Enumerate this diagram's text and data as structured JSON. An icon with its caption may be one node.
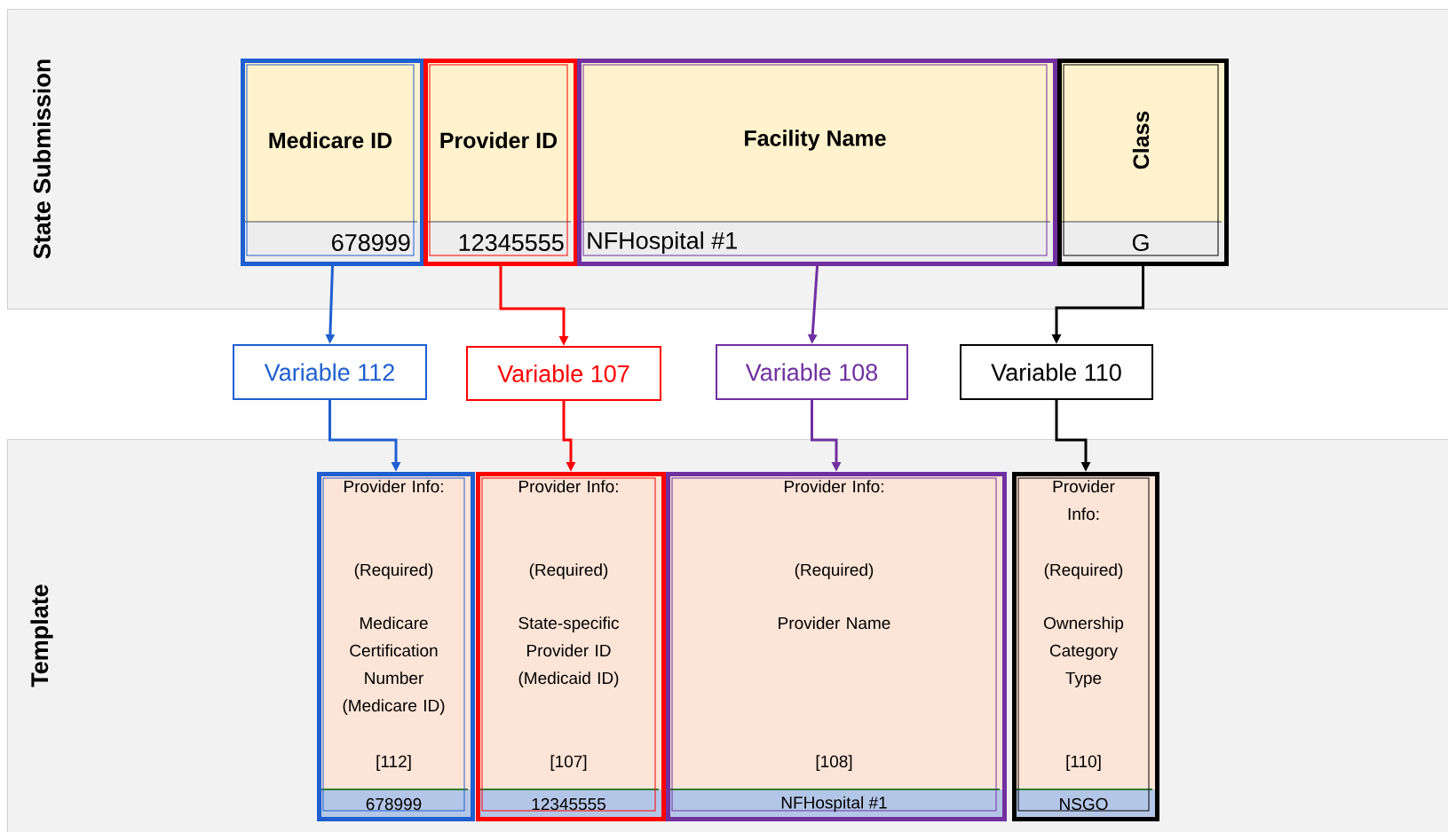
{
  "diagram": {
    "nodes": [
      {
        "text": [
          "State Submission"
        ]
      },
      {
        "text": [
          "Medicare ID",
          "678999"
        ],
        "in": 0
      },
      {
        "text": [
          "Provider ID",
          "12345555"
        ],
        "in": 0
      },
      {
        "text": [
          "Facility Name",
          "NFHospital #1"
        ],
        "in": 0
      },
      {
        "text": [
          "Class",
          "G"
        ],
        "in": 0
      },
      {
        "text": [
          "Variable 112"
        ]
      },
      {
        "text": [
          "Variable 107"
        ]
      },
      {
        "text": [
          "Variable 108"
        ]
      },
      {
        "text": [
          "Variable 110"
        ]
      },
      {
        "text": [
          "Template"
        ]
      },
      {
        "text": [
          "Provider Info:",
          "(Required)",
          "Medicare Certification Number (Medicare ID)",
          "[112]",
          "678999"
        ],
        "in": 9
      },
      {
        "text": [
          "Provider Info:",
          "(Required)",
          "State-specific Provider ID (Medicaid ID)",
          "[107]",
          "12345555"
        ],
        "in": 9
      },
      {
        "text": [
          "Provider Info:",
          "(Required)",
          "Provider Name",
          "[108]",
          "NFHospital #1"
        ],
        "in": 9
      },
      {
        "text": [
          "Provider Info:",
          "(Required)",
          "Ownership Category Type",
          "[110]",
          "NSGO"
        ],
        "in": 9
      }
    ],
    "edges": [
      {
        "from": 1,
        "to": 5,
        "arrow": "to",
        "color": "#1f5fd0"
      },
      {
        "from": 2,
        "to": 6,
        "arrow": "to",
        "color": "#ff0000"
      },
      {
        "from": 3,
        "to": 7,
        "arrow": "to",
        "color": "#7030a0"
      },
      {
        "from": 4,
        "to": 8,
        "arrow": "to",
        "color": "#000000"
      },
      {
        "from": 5,
        "to": 10,
        "arrow": "to",
        "color": "#1f5fd0"
      },
      {
        "from": 6,
        "to": 11,
        "arrow": "to",
        "color": "#ff0000"
      },
      {
        "from": 7,
        "to": 12,
        "arrow": "to",
        "color": "#7030a0"
      },
      {
        "from": 8,
        "to": 13,
        "arrow": "to",
        "color": "#000000"
      }
    ]
  }
}
